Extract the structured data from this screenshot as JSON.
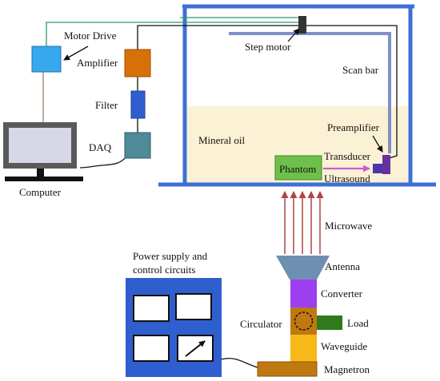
{
  "labels": {
    "motor_drive": "Motor Drive",
    "amplifier": "Amplifier",
    "filter": "Filter",
    "daq": "DAQ",
    "computer": "Computer",
    "step_motor": "Step motor",
    "scan_bar": "Scan bar",
    "mineral_oil": "Mineral oil",
    "preamplifier": "Preamplifier",
    "transducer": "Transducer",
    "phantom": "Phantom",
    "ultrasound": "Ultrasound",
    "microwave": "Microwave",
    "antenna": "Antenna",
    "converter": "Converter",
    "circulator": "Circulator",
    "load": "Load",
    "waveguide": "Waveguide",
    "magnetron": "Magnetron",
    "power_supply_line1": "Power supply and",
    "power_supply_line2": "control circuits"
  },
  "colors": {
    "tank_blue": "#3d6fd6",
    "oil_fill": "#fbf1d4",
    "motor_drive": "#35a8ee",
    "amplifier": "#d8700a",
    "filter": "#2f5fcf",
    "daq": "#4f8a99",
    "monitor_frame": "#5a5a5a",
    "monitor_screen": "#d6d8e6",
    "phantom": "#6fc04a",
    "transducer": "#4a36b0",
    "preamp": "#6a2fa0",
    "microwave_arrow": "#b04444",
    "antenna": "#6f8fb0",
    "converter": "#9d3ef0",
    "circulator": "#c07810",
    "load": "#2f7a1c",
    "waveguide": "#f7b81a",
    "magnetron": "#c07810",
    "power_box": "#2f5fcf"
  }
}
